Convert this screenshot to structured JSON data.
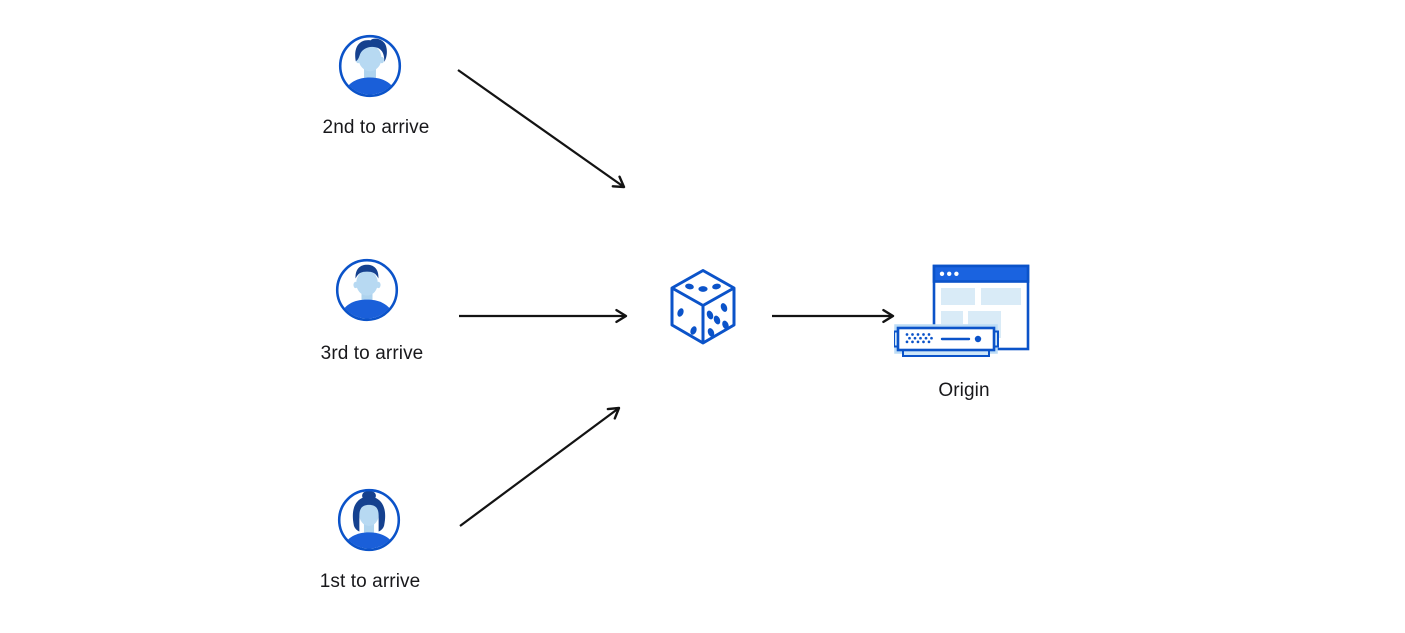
{
  "diagram": {
    "title": "request-coalescing-random-order",
    "visitors": [
      {
        "id": "visitor-top",
        "label": "2nd to arrive"
      },
      {
        "id": "visitor-middle",
        "label": "3rd to arrive"
      },
      {
        "id": "visitor-bottom",
        "label": "1st to arrive"
      }
    ],
    "selector": {
      "icon": "dice-icon"
    },
    "origin": {
      "label": "Origin",
      "icon": "origin-server-icon"
    },
    "arrows": [
      "visitor-top-to-dice",
      "visitor-middle-to-dice",
      "visitor-bottom-to-dice",
      "dice-to-origin"
    ],
    "colors": {
      "outline_blue": "#0b53c9",
      "fill_blue": "#1a5fd9",
      "titlebar_blue": "#1a63e0",
      "hair_navy": "#15418f",
      "skin_light_blue": "#b7d9f2",
      "neck_shade": "#aed3ee",
      "panel_light_blue": "#d9ebf7",
      "server_base_blue": "#cfe7f8",
      "server_halo_blue": "#bcdcf5",
      "arrow_black": "#131313",
      "label_text": "#18181b",
      "background": "#ffffff"
    }
  }
}
